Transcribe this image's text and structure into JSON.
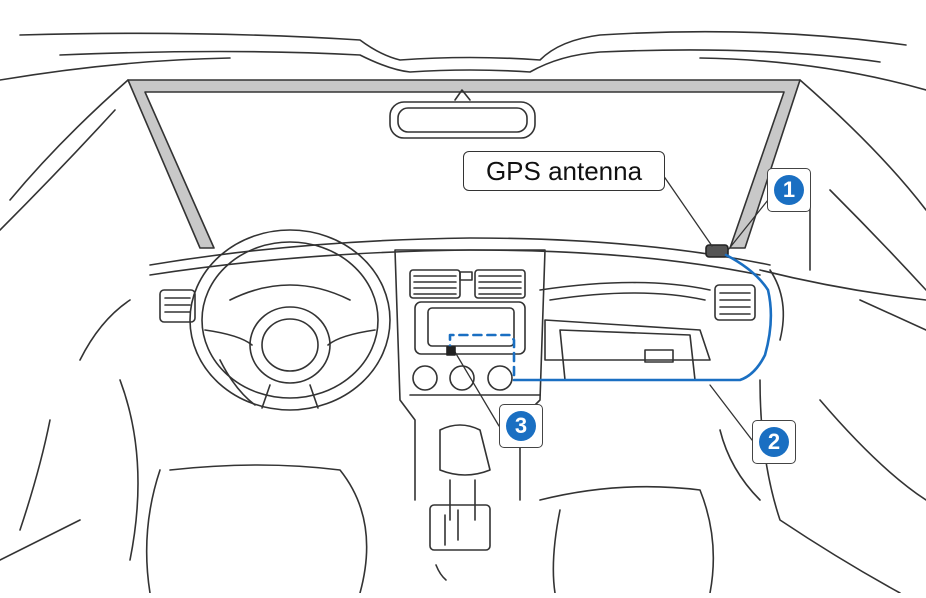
{
  "gps_label": "GPS antenna",
  "callouts": [
    "1",
    "2",
    "3"
  ],
  "colors": {
    "cable": "#1a6fc2",
    "pillar": "#c8c8c8",
    "line": "#333333",
    "callout": "#1a6fc2"
  }
}
